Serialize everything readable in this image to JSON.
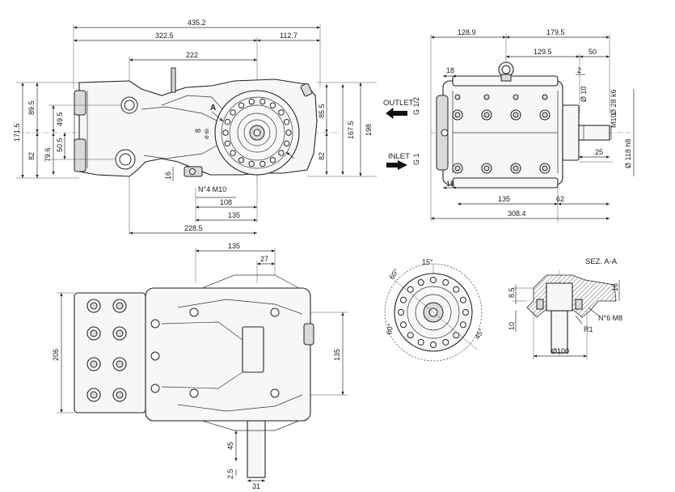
{
  "views": {
    "front": {
      "dims": {
        "d435_2": "435.2",
        "d322_5": "322.5",
        "d112_7": "112.7",
        "d222": "222",
        "d89_5": "89.5",
        "d171_5": "171.5",
        "d82_left": "82",
        "d49_5": "49.5",
        "d50_5": "50.5",
        "d79_6": "79.6",
        "d16": "16",
        "d85_5": "85.5",
        "d82_right": "82",
        "d167_5": "167.5",
        "d198": "198",
        "d108": "108",
        "d135": "135",
        "d228_5": "228.5",
        "d8": "8",
        "d80h": "Ø 80"
      },
      "labels": {
        "section_mark": "A",
        "tapped_holes": "N°4 M10"
      }
    },
    "side": {
      "dims": {
        "d128_9": "128.9",
        "d179_5": "179.5",
        "d129_5": "129.5",
        "d50": "50",
        "d18_top": "18",
        "d2": "2",
        "d10": "Ø 10",
        "d28k6": "Ø 28 k6",
        "m10": "M10",
        "d118h8": "Ø 118 h8",
        "d25": "25",
        "d18_bot": "18",
        "d135": "135",
        "d62": "62",
        "d308_4": "308.4"
      },
      "labels": {
        "outlet": "OUTLET",
        "outlet_thread": "G 1/2",
        "inlet": "INLET",
        "inlet_thread": "G 1"
      }
    },
    "top": {
      "dims": {
        "d135_top": "135",
        "d27": "27",
        "d206": "206",
        "d135_right": "135",
        "d45": "45",
        "d2_5": "2.5",
        "d31": "31"
      }
    },
    "flange": {
      "dims": {
        "a15": "15°",
        "a60": "60°",
        "a60b": "60°",
        "a45": "45°"
      }
    },
    "section": {
      "title": "SEZ. A-A",
      "dims": {
        "d8_5": "8.5",
        "d16": "16",
        "d10": "10",
        "r1": "R1",
        "holes": "N°6 M8",
        "d100": "Ø100"
      }
    }
  }
}
